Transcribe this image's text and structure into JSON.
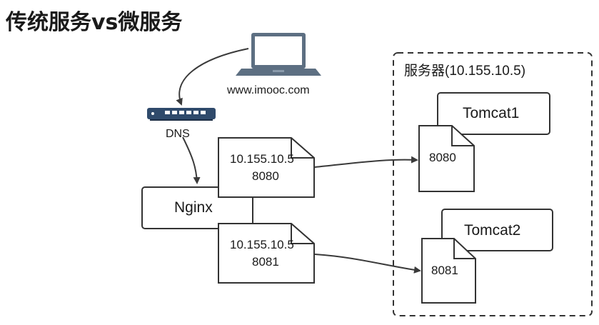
{
  "title": "传统服务vs微服务",
  "client": {
    "url": "www.imooc.com",
    "icon": "laptop-icon"
  },
  "dns": {
    "label": "DNS",
    "icon": "network-switch-icon"
  },
  "proxy": {
    "label": "Nginx"
  },
  "routes": [
    {
      "ip": "10.155.10.5",
      "port": "8080"
    },
    {
      "ip": "10.155.10.5",
      "port": "8081"
    }
  ],
  "server": {
    "label": "服务器(10.155.10.5)",
    "instances": [
      {
        "name": "Tomcat1",
        "port": "8080"
      },
      {
        "name": "Tomcat2",
        "port": "8081"
      }
    ]
  }
}
